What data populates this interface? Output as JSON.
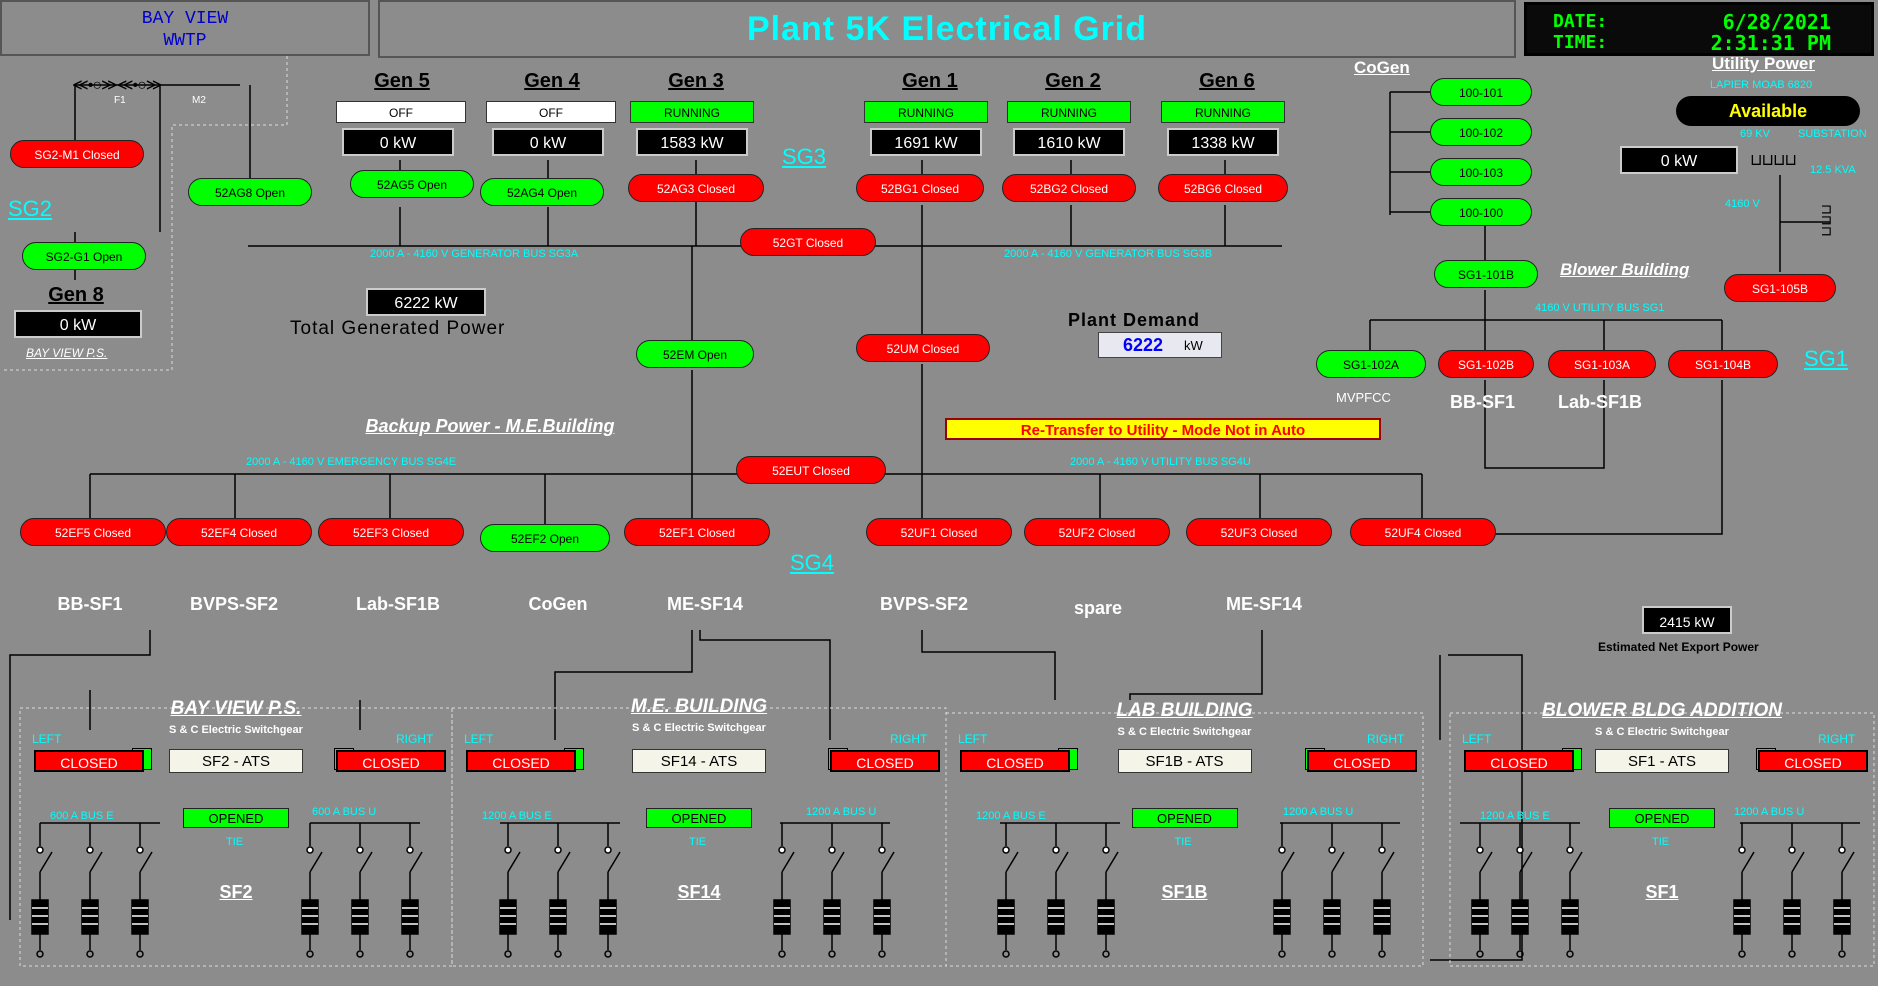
{
  "header": {
    "site_line1": "BAY VIEW",
    "site_line2": "WWTP",
    "title": "Plant 5K Electrical Grid",
    "date_label": "DATE:",
    "date_value": "6/28/2021",
    "time_label": "TIME:",
    "time_value": "2:31:31 PM"
  },
  "generators": [
    {
      "name": "Gen 5",
      "status": "OFF",
      "kw": "0 kW",
      "breaker": "52AG5 Open"
    },
    {
      "name": "Gen 4",
      "status": "OFF",
      "kw": "0 kW",
      "breaker": "52AG4 Open"
    },
    {
      "name": "Gen 3",
      "status": "RUNNING",
      "kw": "1583 kW",
      "breaker": "52AG3 Closed"
    },
    {
      "name": "Gen 1",
      "status": "RUNNING",
      "kw": "1691 kW",
      "breaker": "52BG1 Closed"
    },
    {
      "name": "Gen 2",
      "status": "RUNNING",
      "kw": "1610 kW",
      "breaker": "52BG2 Closed"
    },
    {
      "name": "Gen 6",
      "status": "RUNNING",
      "kw": "1338 kW",
      "breaker": "52BG6 Closed"
    }
  ],
  "sg2": {
    "label": "SG2",
    "f1": "F1",
    "m2": "M2",
    "m1_breaker": "SG2-M1 Closed",
    "g1_breaker": "SG2-G1 Open",
    "ag8_breaker": "52AG8 Open",
    "gen8_title": "Gen 8",
    "gen8_kw": "0 kW",
    "bvps": "BAY VIEW P.S."
  },
  "sg3": {
    "label": "SG3",
    "bus_a": "2000 A - 4160 V GENERATOR BUS SG3A",
    "bus_b": "2000 A - 4160 V GENERATOR BUS SG3B",
    "gt_breaker": "52GT Closed",
    "total_kw": "6222 kW",
    "total_label": "Total Generated Power",
    "em_breaker": "52EM Open",
    "um_breaker": "52UM Closed"
  },
  "demand": {
    "label": "Plant Demand",
    "value": "6222",
    "unit": "kW"
  },
  "alarm": "Re-Transfer to Utility - Mode Not in Auto",
  "cogen": {
    "label": "CoGen",
    "units": [
      "100-101",
      "100-102",
      "100-103",
      "100-100"
    ],
    "breaker": "SG1-101B"
  },
  "utility": {
    "title": "Utility Power",
    "sub": "LAPIER MOAB 6820",
    "status": "Available",
    "kv": "69 KV",
    "substation": "SUBSTATION",
    "kw": "0 kW",
    "kva": "12.5 KVA",
    "v": "4160 V",
    "breaker": "SG1-105B"
  },
  "sg1": {
    "label": "SG1",
    "bus": "4160 V UTILITY BUS SG1",
    "blower_title": "Blower Building",
    "breakers": [
      "SG1-102A",
      "SG1-102B",
      "SG1-103A",
      "SG1-104B"
    ],
    "loads": [
      "MVPFCC",
      "BB-SF1",
      "Lab-SF1B"
    ]
  },
  "sg4": {
    "label": "SG4",
    "backup_title": "Backup Power - M.E.Building",
    "bus_e": "2000 A - 4160 V EMERGENCY BUS SG4E",
    "bus_u": "2000 A - 4160 V UTILITY BUS SG4U",
    "eut_breaker": "52EUT Closed",
    "feeders": [
      {
        "breaker": "52EF5 Closed",
        "load": "BB-SF1"
      },
      {
        "breaker": "52EF4 Closed",
        "load": "BVPS-SF2"
      },
      {
        "breaker": "52EF3 Closed",
        "load": "Lab-SF1B"
      },
      {
        "breaker": "52EF2 Open",
        "load": "CoGen"
      },
      {
        "breaker": "52EF1 Closed",
        "load": "ME-SF14"
      },
      {
        "breaker": "52UF1 Closed",
        "load": "BVPS-SF2"
      },
      {
        "breaker": "52UF2 Closed",
        "load": "spare"
      },
      {
        "breaker": "52UF3 Closed",
        "load": "ME-SF14"
      },
      {
        "breaker": "52UF4 Closed",
        "load": ""
      }
    ]
  },
  "export": {
    "kw": "2415 kW",
    "label": "Estimated Net Export Power"
  },
  "switchgear": [
    {
      "title": "BAY VIEW P.S.",
      "sub": "S & C Electric Switchgear",
      "left": "LEFT",
      "right": "RIGHT",
      "left_state": "CLOSED",
      "right_state": "CLOSED",
      "ats": "SF2 - ATS",
      "bus_e": "600 A BUS E",
      "bus_u": "600 A BUS U",
      "tie_state": "OPENED",
      "tie": "TIE",
      "sf": "SF2"
    },
    {
      "title": "M.E. BUILDING",
      "sub": "S & C Electric Switchgear",
      "left": "LEFT",
      "right": "RIGHT",
      "left_state": "CLOSED",
      "right_state": "CLOSED",
      "ats": "SF14 - ATS",
      "bus_e": "1200 A BUS E",
      "bus_u": "1200 A BUS U",
      "tie_state": "OPENED",
      "tie": "TIE",
      "sf": "SF14"
    },
    {
      "title": "LAB BUILDING",
      "sub": "S & C Electric Switchgear",
      "left": "LEFT",
      "right": "RIGHT",
      "left_state": "CLOSED",
      "right_state": "CLOSED",
      "ats": "SF1B - ATS",
      "bus_e": "1200 A BUS E",
      "bus_u": "1200 A BUS U",
      "tie_state": "OPENED",
      "tie": "TIE",
      "sf": "SF1B"
    },
    {
      "title": "BLOWER BLDG ADDITION",
      "sub": "S & C Electric Switchgear",
      "left": "LEFT",
      "right": "RIGHT",
      "left_state": "CLOSED",
      "right_state": "CLOSED",
      "ats": "SF1 - ATS",
      "bus_e": "1200 A BUS E",
      "bus_u": "1200 A BUS U",
      "tie_state": "OPENED",
      "tie": "TIE",
      "sf": "SF1"
    }
  ],
  "colors": {
    "accent": "#00ffff",
    "closed": "#ff0000",
    "open": "#00ff00",
    "background": "#8c8c8c"
  }
}
